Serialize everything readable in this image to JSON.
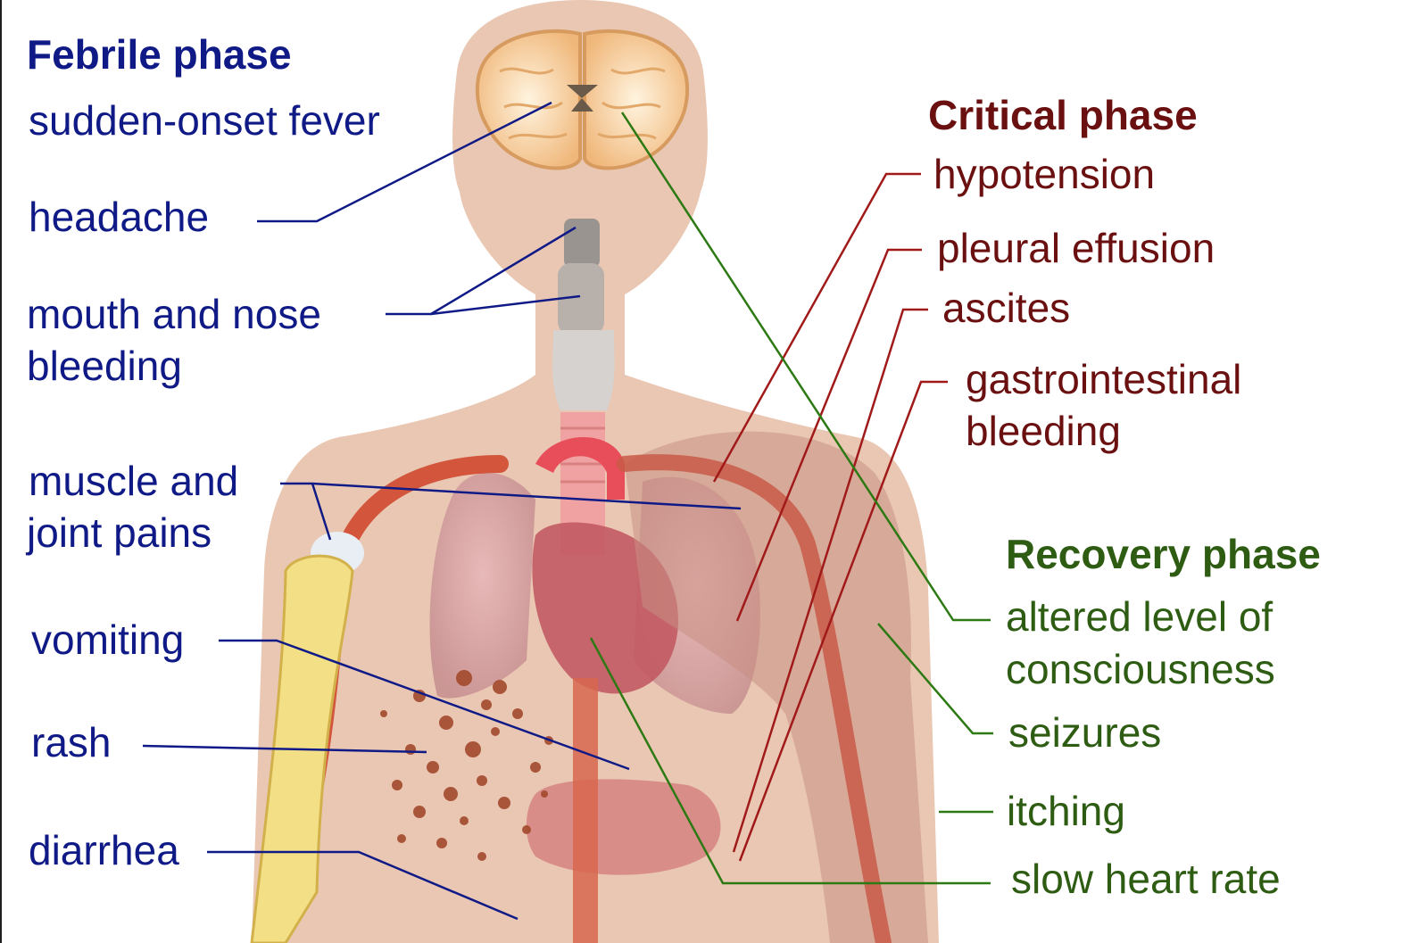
{
  "colors": {
    "febrile": "#0f1a86",
    "critical": "#6b1010",
    "recovery": "#2d5c12",
    "skin": "#e9c7b2",
    "artery": "#c74b35",
    "bone": "#f2df86",
    "background": "#ffffff"
  },
  "febrile_phase": {
    "title": "Febrile phase",
    "symptoms": [
      {
        "id": "sudden-onset-fever",
        "lines": [
          "sudden-onset fever"
        ]
      },
      {
        "id": "headache",
        "lines": [
          "headache"
        ]
      },
      {
        "id": "mouth-and-nose-bleeding",
        "lines": [
          "mouth and nose",
          "bleeding"
        ]
      },
      {
        "id": "muscle-and-joint-pains",
        "lines": [
          "muscle and",
          "joint pains"
        ]
      },
      {
        "id": "vomiting",
        "lines": [
          "vomiting"
        ]
      },
      {
        "id": "rash",
        "lines": [
          "rash"
        ]
      },
      {
        "id": "diarrhea",
        "lines": [
          "diarrhea"
        ]
      }
    ]
  },
  "critical_phase": {
    "title": "Critical phase",
    "symptoms": [
      {
        "id": "hypotension",
        "lines": [
          "hypotension"
        ]
      },
      {
        "id": "pleural-effusion",
        "lines": [
          "pleural effusion"
        ]
      },
      {
        "id": "ascites",
        "lines": [
          "ascites"
        ]
      },
      {
        "id": "gastrointestinal-bleeding",
        "lines": [
          "gastrointestinal",
          "bleeding"
        ]
      }
    ]
  },
  "recovery_phase": {
    "title": "Recovery phase",
    "symptoms": [
      {
        "id": "altered-level-of-consciousness",
        "lines": [
          "altered level of",
          "consciousness"
        ]
      },
      {
        "id": "seizures",
        "lines": [
          "seizures"
        ]
      },
      {
        "id": "itching",
        "lines": [
          "itching"
        ]
      },
      {
        "id": "slow-heart-rate",
        "lines": [
          "slow heart rate"
        ]
      }
    ]
  }
}
